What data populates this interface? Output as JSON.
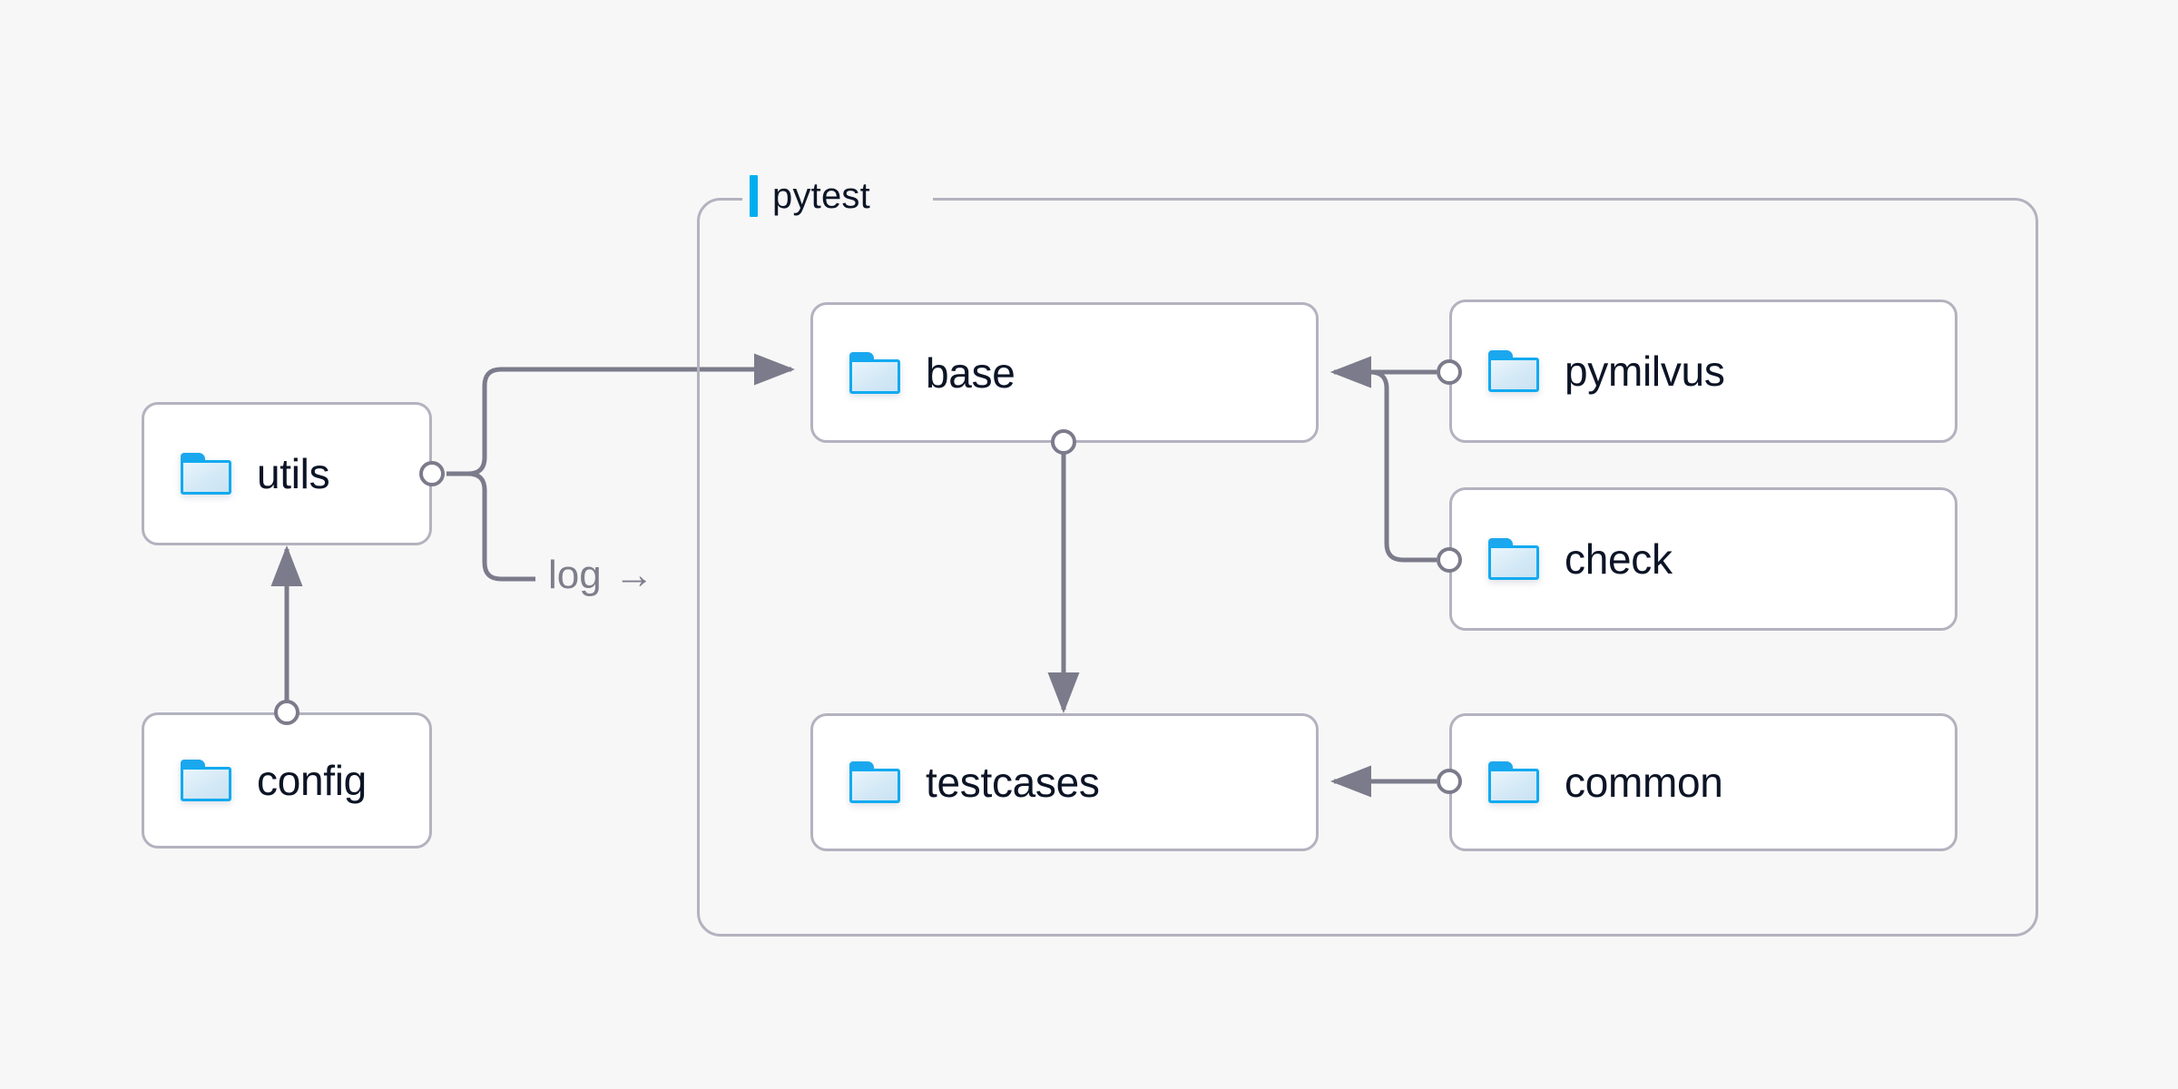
{
  "background_color": "#f7f7f7",
  "accent_color": "#00aeef",
  "node_border_color": "#b3b2bf",
  "edge_color": "#7b7b8b",
  "label_color": "#0c1426",
  "group": {
    "title": "pytest",
    "accent_bar_color": "#00aeef"
  },
  "nodes": [
    {
      "id": "utils",
      "label": "utils",
      "icon": "folder-icon"
    },
    {
      "id": "config",
      "label": "config",
      "icon": "folder-icon"
    },
    {
      "id": "base",
      "label": "base",
      "icon": "folder-icon"
    },
    {
      "id": "testcases",
      "label": "testcases",
      "icon": "folder-icon"
    },
    {
      "id": "pymilvus",
      "label": "pymilvus",
      "icon": "folder-icon"
    },
    {
      "id": "check",
      "label": "check",
      "icon": "folder-icon"
    },
    {
      "id": "common",
      "label": "common",
      "icon": "folder-icon"
    }
  ],
  "edges": [
    {
      "id": "config-to-utils",
      "from": "config",
      "to": "utils",
      "label": ""
    },
    {
      "id": "utils-to-base",
      "from": "utils",
      "to": "base",
      "label": ""
    },
    {
      "id": "utils-log",
      "from": "utils",
      "to": "pytest",
      "label": "log"
    },
    {
      "id": "base-to-testcases",
      "from": "base",
      "to": "testcases",
      "label": ""
    },
    {
      "id": "pymilvus-to-base",
      "from": "pymilvus",
      "to": "base",
      "label": ""
    },
    {
      "id": "check-to-base",
      "from": "check",
      "to": "base",
      "label": ""
    },
    {
      "id": "common-to-testcases",
      "from": "common",
      "to": "testcases",
      "label": ""
    }
  ],
  "edge_labels": {
    "log": "log",
    "log_arrow": "→"
  }
}
